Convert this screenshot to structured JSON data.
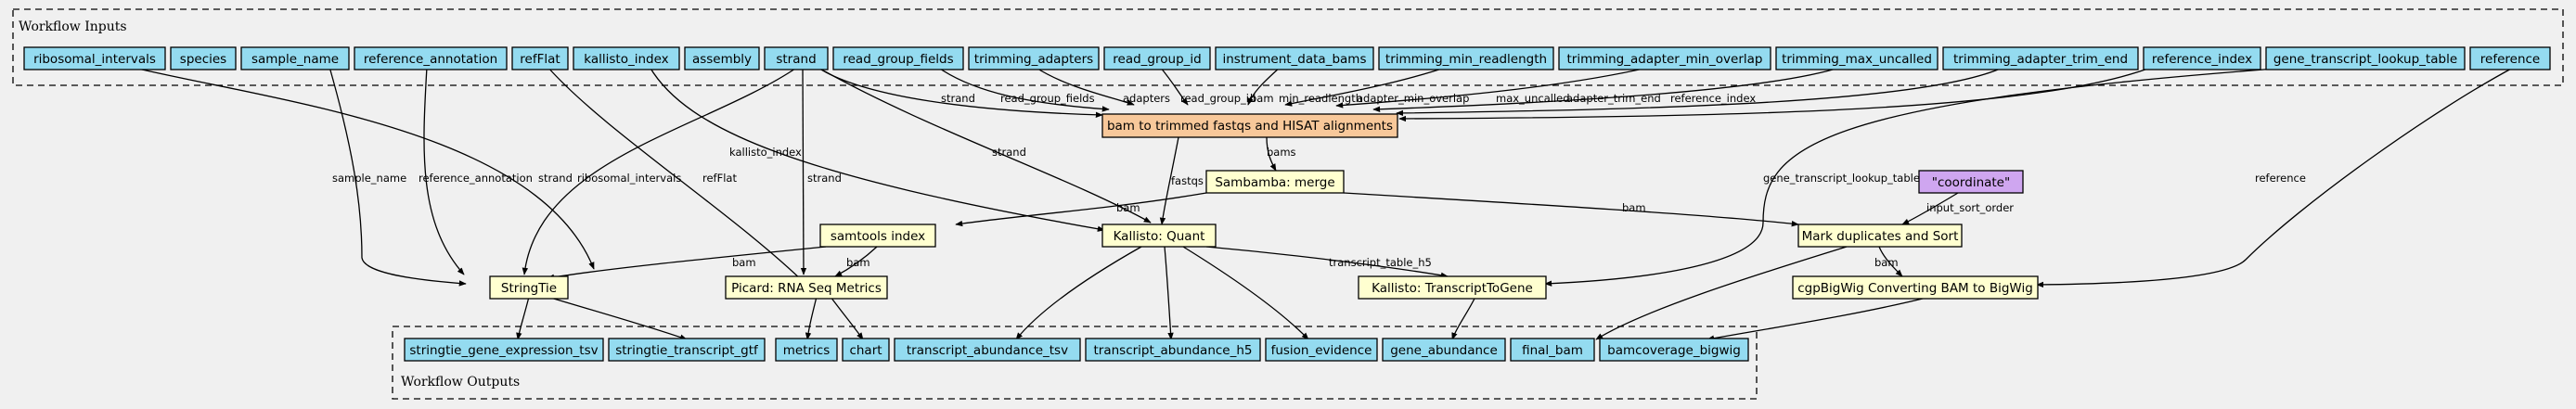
{
  "colors": {
    "background": "#f0f0f0",
    "io_node": "#94dbf0",
    "step_node": "#ffffd0",
    "workflow_node": "#f8c89a",
    "parameter_node": "#cfa6f0",
    "edge": "#000000"
  },
  "clusters": {
    "inputs_label": "Workflow Inputs",
    "outputs_label": "Workflow Outputs"
  },
  "nodes": {
    "in_ribosomal_intervals": "ribosomal_intervals",
    "in_species": "species",
    "in_sample_name": "sample_name",
    "in_reference_annotation": "reference_annotation",
    "in_refFlat": "refFlat",
    "in_kallisto_index": "kallisto_index",
    "in_assembly": "assembly",
    "in_strand": "strand",
    "in_read_group_fields": "read_group_fields",
    "in_trimming_adapters": "trimming_adapters",
    "in_read_group_id": "read_group_id",
    "in_instrument_data_bams": "instrument_data_bams",
    "in_trimming_min_readlength": "trimming_min_readlength",
    "in_trimming_adapter_min_overlap": "trimming_adapter_min_overlap",
    "in_trimming_max_uncalled": "trimming_max_uncalled",
    "in_trimming_adapter_trim_end": "trimming_adapter_trim_end",
    "in_reference_index": "reference_index",
    "in_gene_transcript_lookup_table": "gene_transcript_lookup_table",
    "in_reference": "reference",
    "step_bam_to_trimmed": "bam to trimmed fastqs and HISAT alignments",
    "step_sambamba_merge": "Sambamba: merge",
    "param_coordinate": "\"coordinate\"",
    "step_samtools_index": "samtools index",
    "step_kallisto_quant": "Kallisto: Quant",
    "step_mark_duplicates": "Mark duplicates and Sort",
    "step_stringtie": "StringTie",
    "step_picard_rnaseq": "Picard: RNA Seq Metrics",
    "step_kallisto_t2g": "Kallisto: TranscriptToGene",
    "step_cgpbigwig": "cgpBigWig Converting BAM to BigWig",
    "out_stringtie_gene_expression_tsv": "stringtie_gene_expression_tsv",
    "out_stringtie_transcript_gtf": "stringtie_transcript_gtf",
    "out_metrics": "metrics",
    "out_chart": "chart",
    "out_transcript_abundance_tsv": "transcript_abundance_tsv",
    "out_transcript_abundance_h5": "transcript_abundance_h5",
    "out_fusion_evidence": "fusion_evidence",
    "out_gene_abundance": "gene_abundance",
    "out_final_bam": "final_bam",
    "out_bamcoverage_bigwig": "bamcoverage_bigwig"
  },
  "edge_labels": {
    "strand": "strand",
    "read_group_fields": "read_group_fields",
    "adapters": "adapters",
    "read_group_id": "read_group_id",
    "bam": "bam",
    "min_readlength": "min_readlength",
    "adapter_min_overlap": "adapter_min_overlap",
    "max_uncalled": "max_uncalled",
    "adapter_trim_end": "adapter_trim_end",
    "reference_index": "reference_index",
    "bams": "bams",
    "fastqs": "fastqs",
    "kallisto_index": "kallisto_index",
    "sample_name": "sample_name",
    "reference_annotation": "reference_annotation",
    "ribosomal_intervals": "ribosomal_intervals",
    "refFlat": "refFlat",
    "gene_transcript_lookup_table": "gene_transcript_lookup_table",
    "reference": "reference",
    "input_sort_order": "input_sort_order",
    "transcript_table_h5": "transcript_table_h5"
  }
}
